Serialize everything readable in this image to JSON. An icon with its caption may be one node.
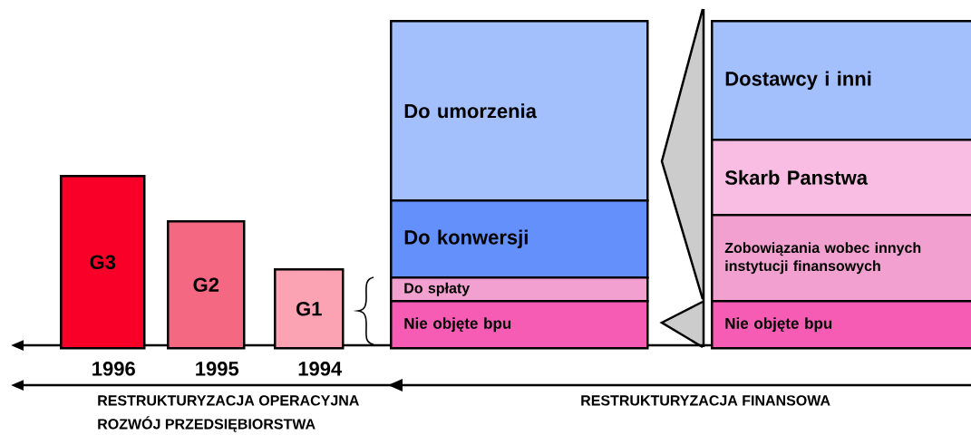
{
  "diagram": {
    "nodes": [
      {
        "text": [
          "G3"
        ],
        "beside": [
          "1996"
        ]
      },
      {
        "text": [
          "G2"
        ],
        "beside": [
          "1995"
        ]
      },
      {
        "text": [
          "G1"
        ],
        "beside": [
          "1994"
        ]
      },
      {
        "text": [
          "Do umorzenia"
        ]
      },
      {
        "text": [
          "Do konwersji"
        ]
      },
      {
        "text": [
          "Do spłaty"
        ]
      },
      {
        "text": [
          "Nie objęte bpu"
        ]
      },
      {
        "text": [
          "Dostawcy i inni"
        ]
      },
      {
        "text": [
          "Skarb Panstwa"
        ]
      },
      {
        "text": [
          "Zobowiązania wobec innych instytucji finansowych"
        ]
      },
      {
        "text": [
          "Nie objęte bpu"
        ]
      }
    ],
    "labels": [
      "RESTRUKTURYZACJA OPERACYJNA",
      "ROZWÓJ PRZEDSIĘBIORSTWA",
      "RESTRUKTURYZACJA FINANSOWA"
    ]
  }
}
